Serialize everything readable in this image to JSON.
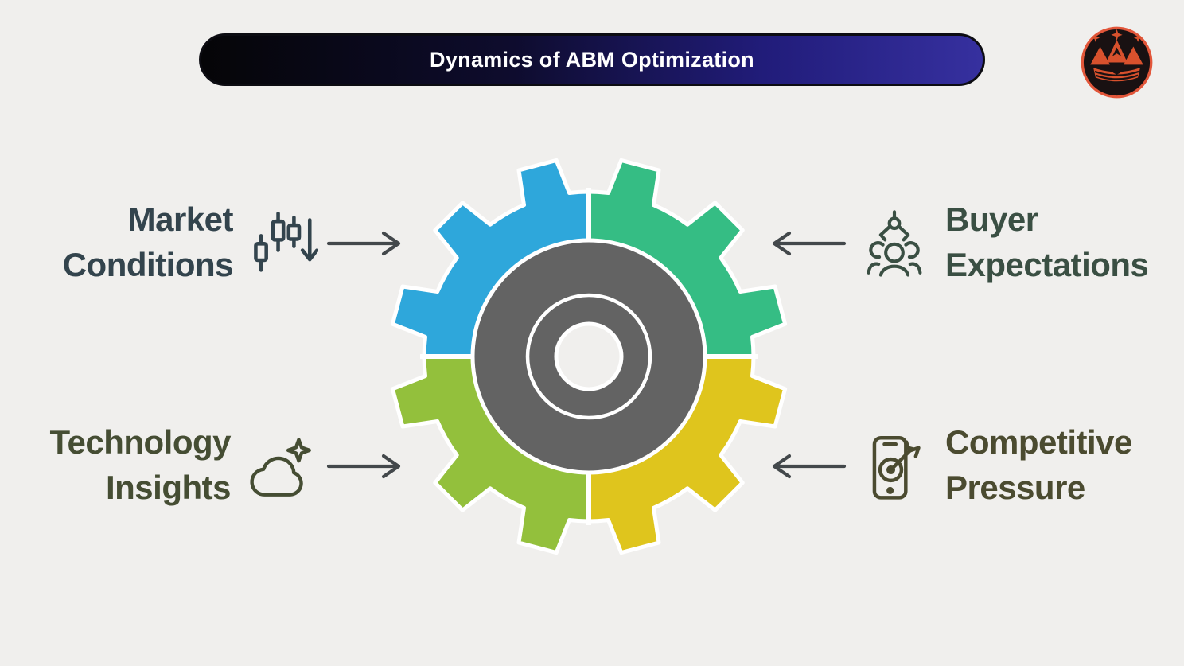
{
  "title": "Dynamics of ABM Optimization",
  "logo": {
    "name": "crown-mountain-badge",
    "ring_color": "#e2563a",
    "crown_color": "#d8512d",
    "bg_color": "#191112"
  },
  "background_color": "#f0efed",
  "arrows": {
    "color": "#43484b"
  },
  "gear": {
    "hub_color": "#636363",
    "hole_color": "#f0efed",
    "outline_color": "#ffffff"
  },
  "factors": [
    {
      "name": "Market Conditions",
      "line1": "Market",
      "line2": "Conditions",
      "icon": "candlestick-downtrend-icon",
      "text_color": "#33444d",
      "gear_color": "#2ea7db",
      "position": "top-left",
      "arrow_direction": "right"
    },
    {
      "name": "Buyer Expectations",
      "line1": "Buyer",
      "line2": "Expectations",
      "icon": "claw-picking-person-icon",
      "text_color": "#3a4f43",
      "gear_color": "#35bd84",
      "position": "top-right",
      "arrow_direction": "left"
    },
    {
      "name": "Technology Insights",
      "line1": "Technology",
      "line2": "Insights",
      "icon": "cloud-sparkle-icon",
      "text_color": "#454d33",
      "gear_color": "#93c03c",
      "position": "bottom-left",
      "arrow_direction": "right"
    },
    {
      "name": "Competitive Pressure",
      "line1": "Competitive",
      "line2": "Pressure",
      "icon": "phone-dart-target-icon",
      "text_color": "#4b4b30",
      "gear_color": "#dfc51d",
      "position": "bottom-right",
      "arrow_direction": "left"
    }
  ]
}
